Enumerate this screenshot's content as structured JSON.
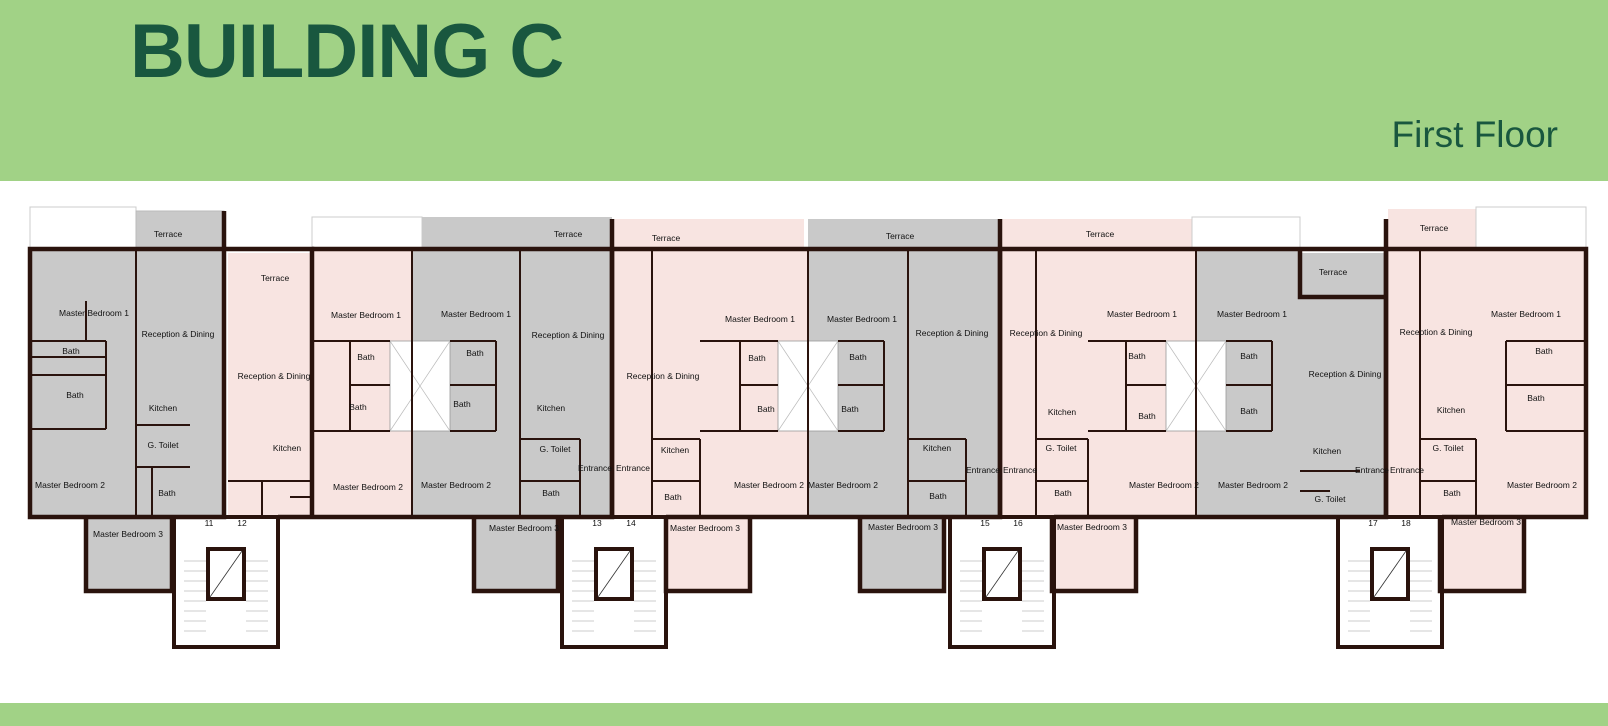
{
  "header": {
    "title": "BUILDING C",
    "subtitle": "First Floor"
  },
  "colors": {
    "band": "#a1d286",
    "title": "#19573f",
    "wall": "#2a130d",
    "unit_grey": "#c9c9c9",
    "unit_pink": "#f8e4e1"
  },
  "labels": {
    "terrace": "Terrace",
    "master_bedroom_1": "Master Bedroom 1",
    "master_bedroom_2": "Master Bedroom 2",
    "master_bedroom_3": "Master Bedroom 3",
    "reception_dining": "Reception & Dining",
    "kitchen": "Kitchen",
    "bath": "Bath",
    "g_toilet": "G. Toilet",
    "entrance": "Entrance"
  },
  "stair_numbers": [
    "11",
    "12",
    "13",
    "14",
    "15",
    "16",
    "17",
    "18"
  ]
}
